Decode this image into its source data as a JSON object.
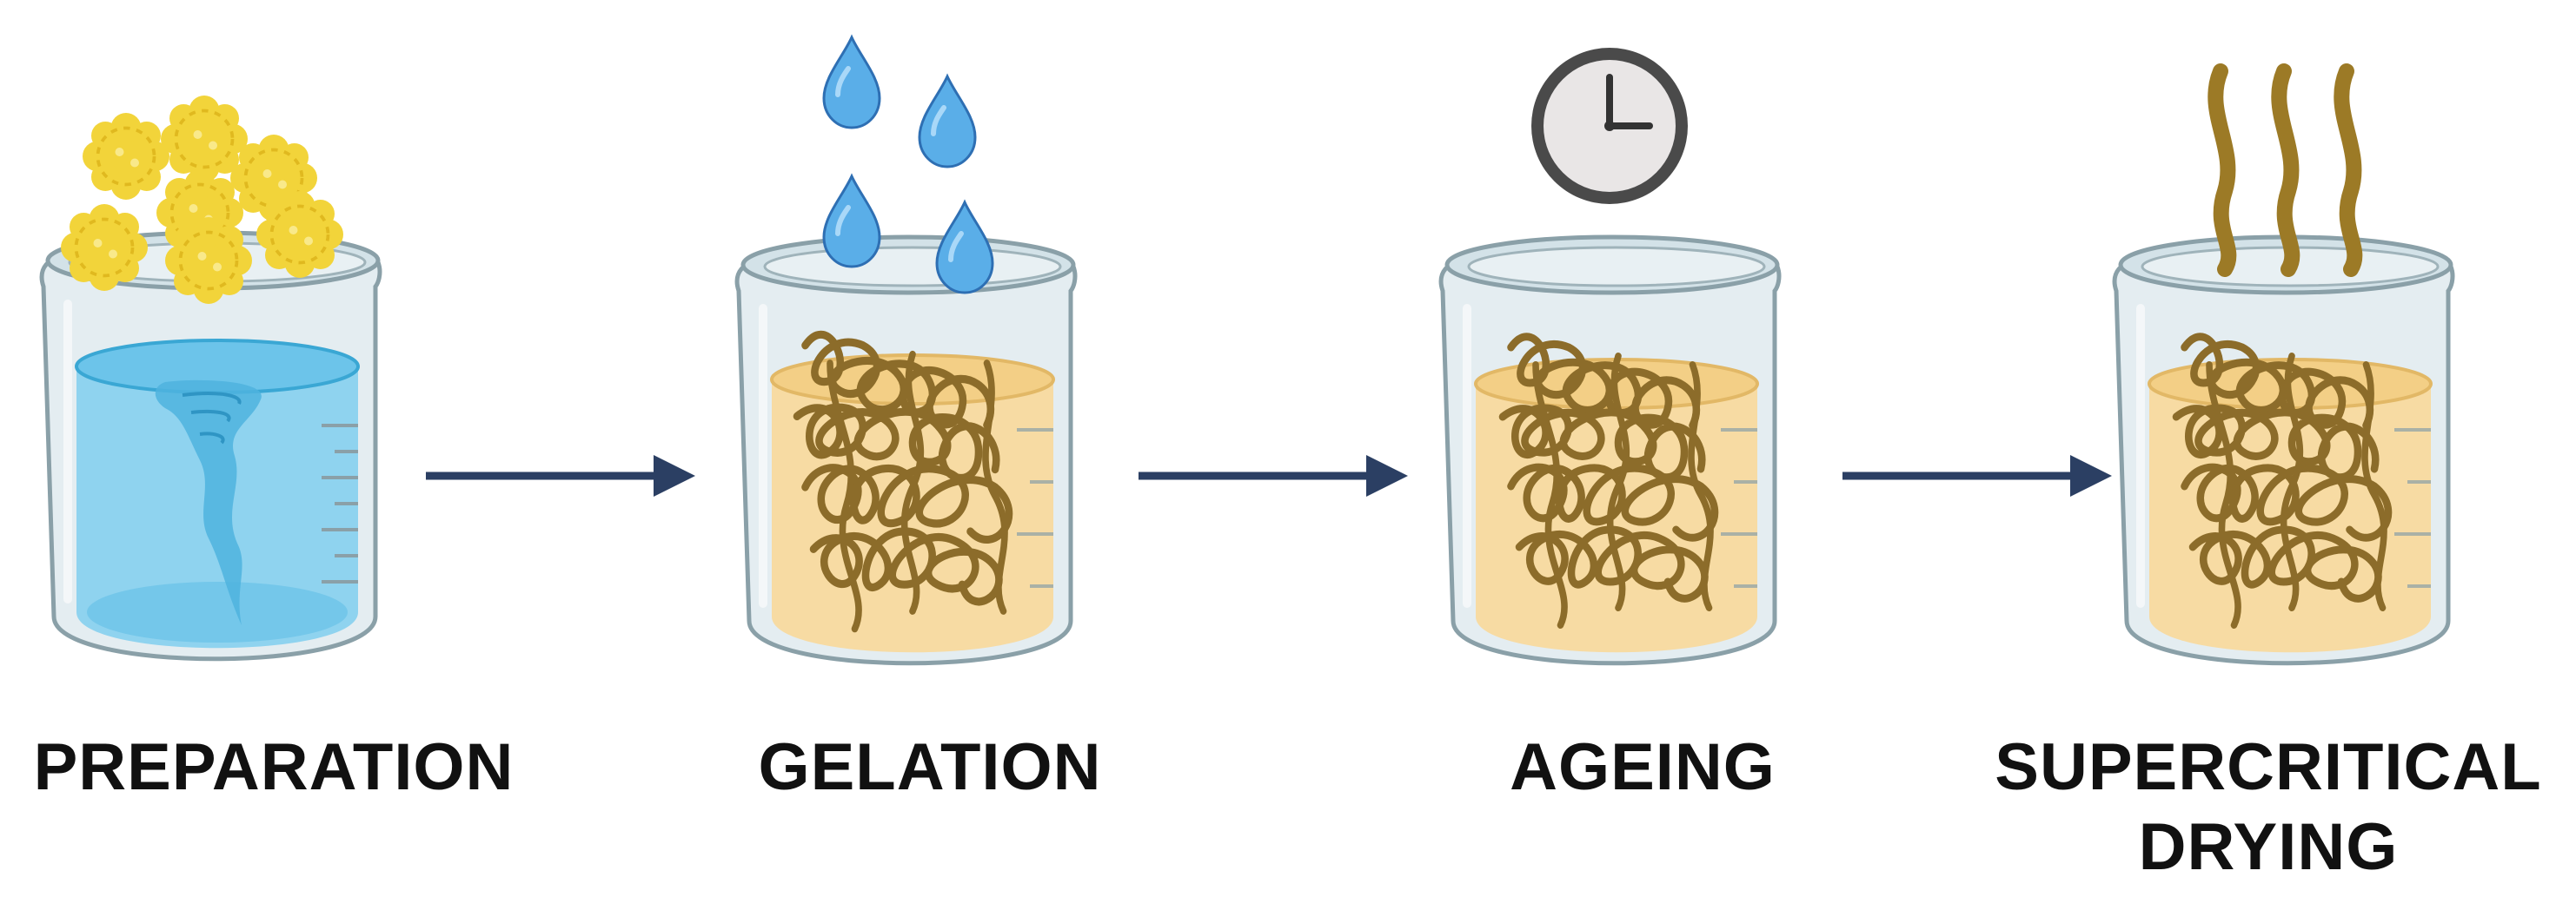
{
  "steps": [
    {
      "id": "preparation",
      "label": "PREPARATION",
      "icon": "beaker-vortex-icon"
    },
    {
      "id": "gelation",
      "label": "GELATION",
      "icon": "beaker-gel-network-icon"
    },
    {
      "id": "ageing",
      "label": "AGEING",
      "icon": "beaker-gel-network-icon"
    },
    {
      "id": "supercritical_drying",
      "label_line1": "SUPERCRITICAL",
      "label_line2": "DRYING",
      "icon": "beaker-gel-network-icon"
    }
  ],
  "decorations": {
    "precursor": "flower-cluster-icon",
    "drops": "water-drop-icon",
    "timer": "clock-icon",
    "vapor": "vapor-wave-icon",
    "arrows": "right-arrow-icon"
  },
  "colors": {
    "arrow": "#2b3f63",
    "water": "#8fd3ef",
    "water_dark": "#3aa7d4",
    "gel": "#f7dba3",
    "gel_network": "#8c6c2a",
    "flower": "#f2d43a",
    "drop": "#5aaee8",
    "vapor": "#9c7a26",
    "glass": "#d8e5ea",
    "glass_outline": "#8aa0a8"
  }
}
